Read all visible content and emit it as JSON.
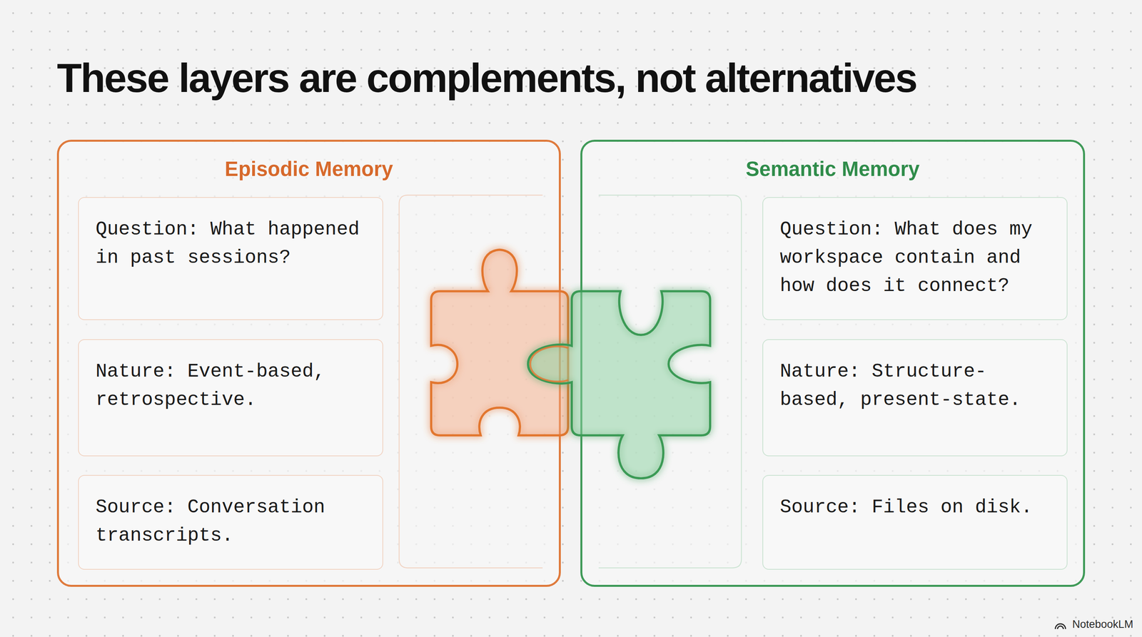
{
  "diagram": {
    "title": "These layers are complements, not alternatives",
    "nodes": [
      {
        "text": [
          "Episodic Memory"
        ]
      },
      {
        "text": [
          "Question: What happened in past sessions?"
        ],
        "in": 0
      },
      {
        "text": [
          "Nature: Event-based, retrospective."
        ],
        "in": 0
      },
      {
        "text": [
          "Source: Conversation transcripts."
        ],
        "in": 0
      },
      {
        "text": [
          "Semantic Memory"
        ]
      },
      {
        "text": [
          "Question: What does my workspace contain and how does it connect?"
        ],
        "in": 4
      },
      {
        "text": [
          "Nature: Structure-based, present-state."
        ],
        "in": 4
      },
      {
        "text": [
          "Source: Files on disk."
        ],
        "in": 4
      }
    ],
    "labels": [
      "NotebookLM"
    ]
  }
}
